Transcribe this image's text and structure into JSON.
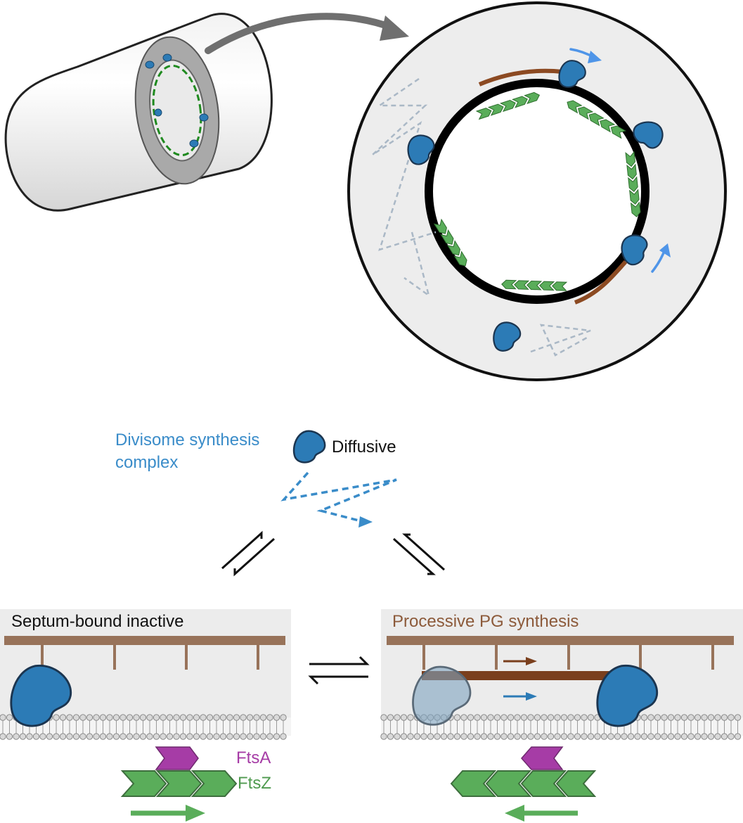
{
  "colors": {
    "complex_blue": "#2c7bb6",
    "arrow_blue": "#4f95e8",
    "diffuse_blue": "#3a8cc9",
    "faint_path": "#aab8c6",
    "ftsz_green": "#5aad5a",
    "ftsa_purple": "#a63ca6",
    "pg_brown": "#8c5a3a",
    "strand_brown": "#7a3f1d",
    "panel_grey": "#ececec",
    "cell_grey": "#eaeaea"
  },
  "legend": {
    "complex_label": "Divisome synthesis\ncomplex",
    "complex_line1": "Divisome synthesis",
    "complex_line2": "complex",
    "diffusive_label": "Diffusive"
  },
  "panels": {
    "left_title": "Septum-bound inactive",
    "right_title": "Processive PG synthesis"
  },
  "labels": {
    "ftsa": "FtsA",
    "ftsz": "FtsZ"
  },
  "icons": {
    "equilibrium": "equilibrium-arrows-icon",
    "complex": "divisome-complex-icon"
  }
}
